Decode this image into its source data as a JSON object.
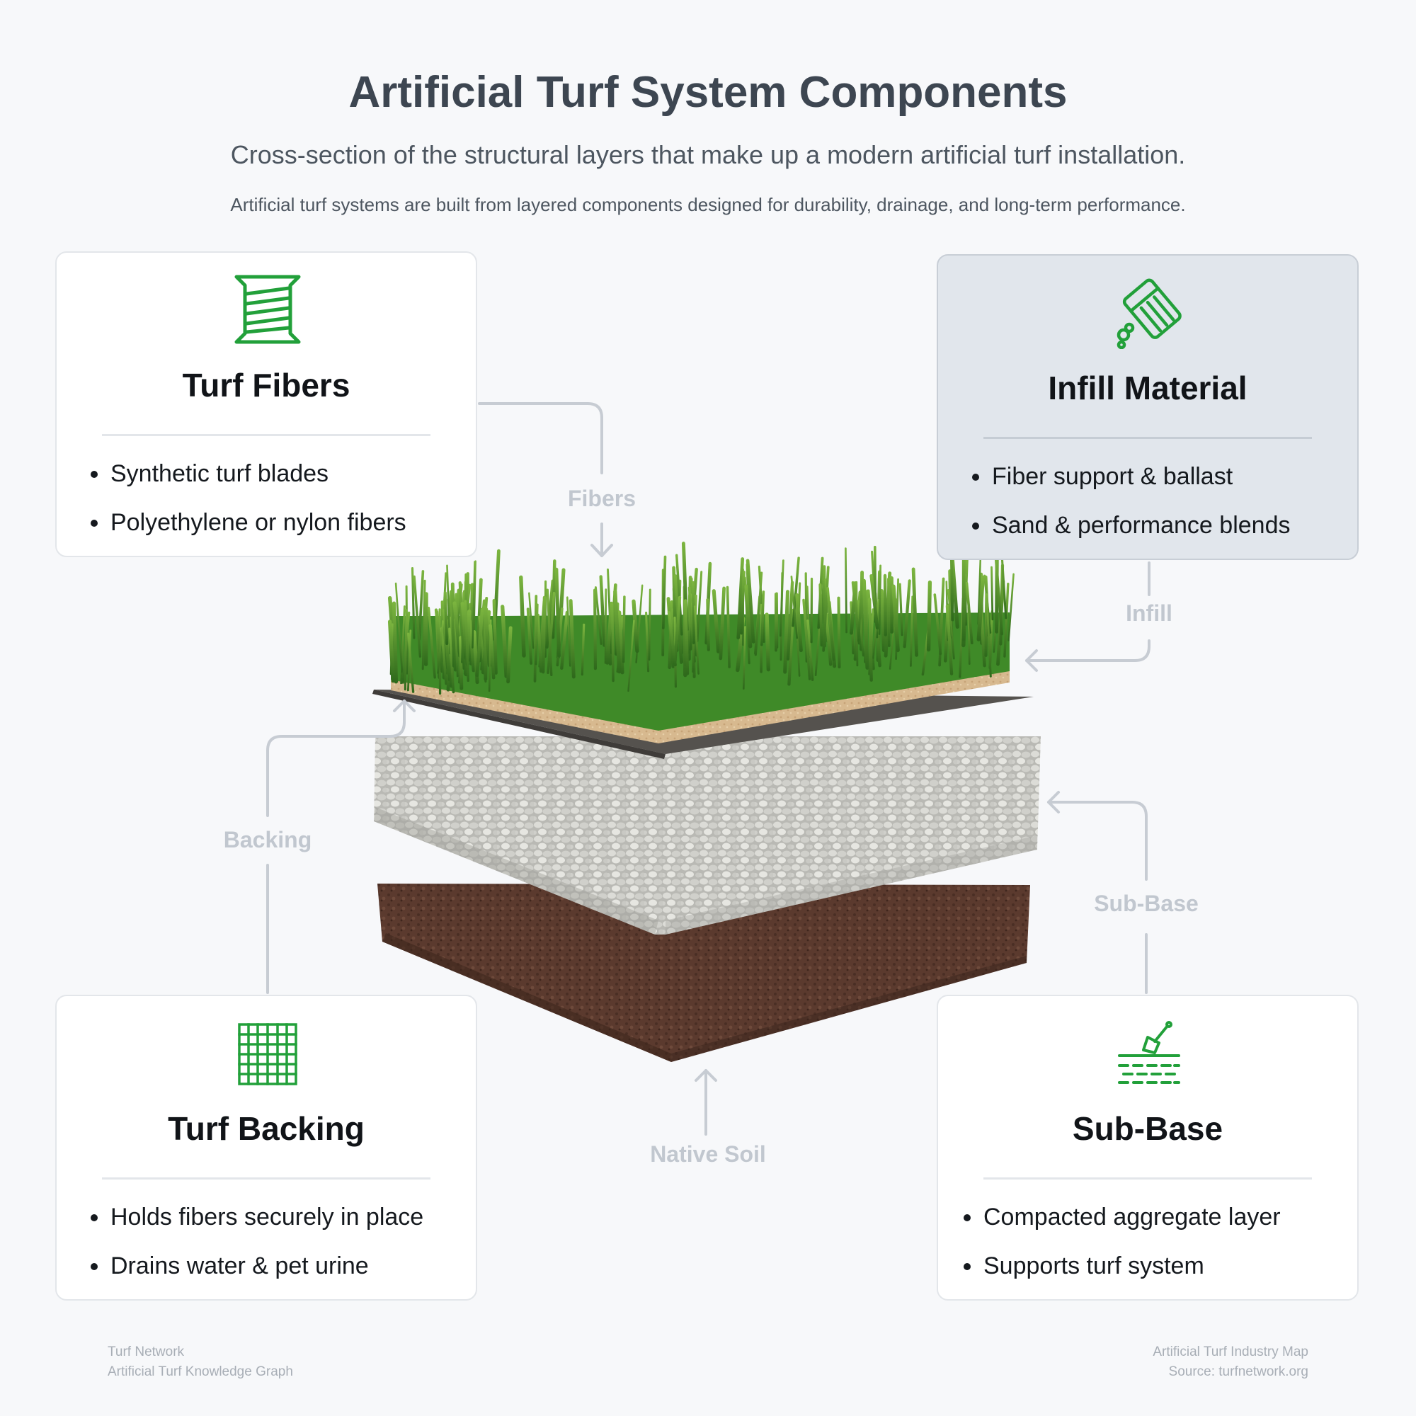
{
  "header": {
    "title": "Artificial Turf System Components",
    "subtitle": "Cross-section of the structural layers that make up a modern artificial turf installation.",
    "description": "Artificial turf systems are built from layered components designed for durability, drainage, and long-term performance."
  },
  "cards": [
    {
      "title": "Turf Fibers",
      "icon": "spool-icon",
      "bullets": [
        "Synthetic turf blades",
        "Polyethylene or nylon fibers"
      ]
    },
    {
      "title": "Infill Material",
      "icon": "infill-bag-icon",
      "bullets": [
        "Fiber support & ballast",
        "Sand & performance blends"
      ]
    },
    {
      "title": "Turf Backing",
      "icon": "woven-backing-icon",
      "bullets": [
        "Holds fibers securely in place",
        "Drains water & pet urine"
      ]
    },
    {
      "title": "Sub-Base",
      "icon": "trowel-layers-icon",
      "bullets": [
        "Compacted aggregate layer",
        "Supports turf system"
      ]
    }
  ],
  "flow_labels": {
    "fibers": "Fibers",
    "infill": "Infill",
    "backing": "Backing",
    "sub_base": "Sub-Base",
    "native_soil": "Native Soil"
  },
  "colors": {
    "accent_green": "#22a03a",
    "connector_gray": "#c7ccd3",
    "highlight_card": "#e1e6ec"
  },
  "footer": {
    "left_line1": "Turf Network",
    "left_line2": "Artificial Turf Knowledge Graph",
    "right_line1": "Artificial Turf Industry Map",
    "right_line2": "Source: turfnetwork.org"
  }
}
